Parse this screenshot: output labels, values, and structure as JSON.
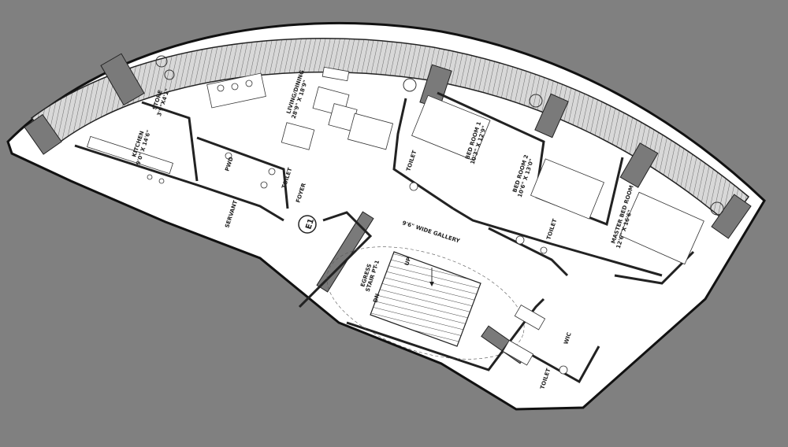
{
  "plan": {
    "background_color": "#808080",
    "floor_color": "#ffffff",
    "wall_color": "#222222",
    "rooms": [
      {
        "id": "store",
        "name": "STORE",
        "dims": "3'9\"X4'1\""
      },
      {
        "id": "kitchen",
        "name": "KITCHEN",
        "dims": "9'0\" X 14'6\""
      },
      {
        "id": "living",
        "name": "LIVING/DINING",
        "dims": "28'9\" X 18'9\""
      },
      {
        "id": "bed1",
        "name": "BED ROOM 1",
        "dims": "10'3\" X 12'9\""
      },
      {
        "id": "bed2",
        "name": "BED ROOM 2",
        "dims": "10'6\" X 13'0\""
      },
      {
        "id": "master",
        "name": "MASTER BED ROOM",
        "dims": "12'6\" X 16'6\""
      },
      {
        "id": "pwd",
        "name": "PWD"
      },
      {
        "id": "toilet_a",
        "name": "TOILET"
      },
      {
        "id": "toilet_b",
        "name": "TOILET"
      },
      {
        "id": "toilet_c",
        "name": "TOILET"
      },
      {
        "id": "toilet_d",
        "name": "TOILET"
      },
      {
        "id": "servant",
        "name": "SERVANT"
      },
      {
        "id": "foyer",
        "name": "FOYER"
      },
      {
        "id": "wic",
        "name": "WIC"
      },
      {
        "id": "stair",
        "name": "EGRESS",
        "name2": "STAIR PT-1"
      }
    ],
    "gallery": "9'6\" WIDE GALLERY",
    "stair_up": "UP",
    "stair_down": "DN",
    "entry_marker": "E1"
  }
}
